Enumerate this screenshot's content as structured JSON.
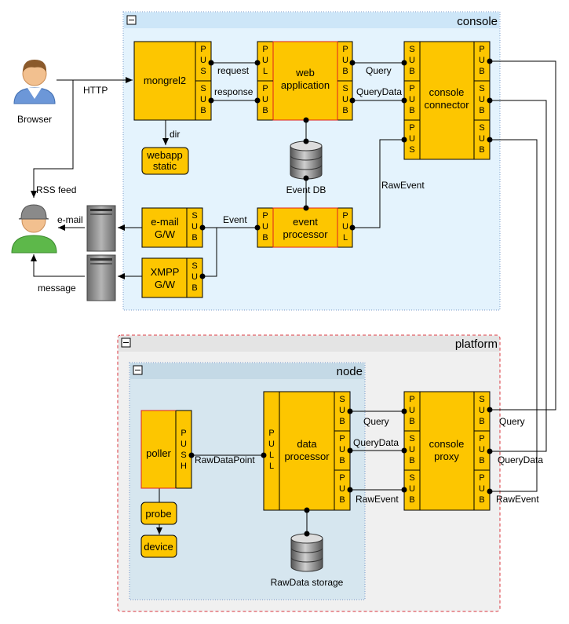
{
  "groups": {
    "console": "console",
    "platform": "platform",
    "node": "node"
  },
  "actors": {
    "browser": "Browser"
  },
  "components": {
    "mongrel2": "mongrel2",
    "webapp_static": "webapp static",
    "web_application": "web application",
    "console_connector": "console connector",
    "event_db": "Event DB",
    "event_processor": "event processor",
    "email_gw": "e-mail G/W",
    "xmpp_gw": "XMPP G/W",
    "poller": "poller",
    "probe": "probe",
    "device": "device",
    "data_processor": "data processor",
    "rawdata_storage": "RawData storage",
    "console_proxy": "console proxy"
  },
  "ports": {
    "pus": "PUS",
    "sub": "SUB",
    "pul": "PUL",
    "pub": "PUB",
    "push": "PUSH",
    "pull": "PULL"
  },
  "edges": {
    "http": "HTTP",
    "request": "request",
    "response": "response",
    "dir": "dir",
    "rss_feed": "RSS feed",
    "email": "e-mail",
    "message": "message",
    "event": "Event",
    "raw_event": "RawEvent",
    "query": "Query",
    "query_data": "QueryData",
    "raw_data_point": "RawDataPoint"
  },
  "colors": {
    "component": "#fdc600",
    "console_bg": "#e4f3fd",
    "platform_bg": "#f0f0f0",
    "node_bg": "#d6e6ef",
    "user_green": "#5db84a",
    "user_blue": "#6c97d8"
  }
}
